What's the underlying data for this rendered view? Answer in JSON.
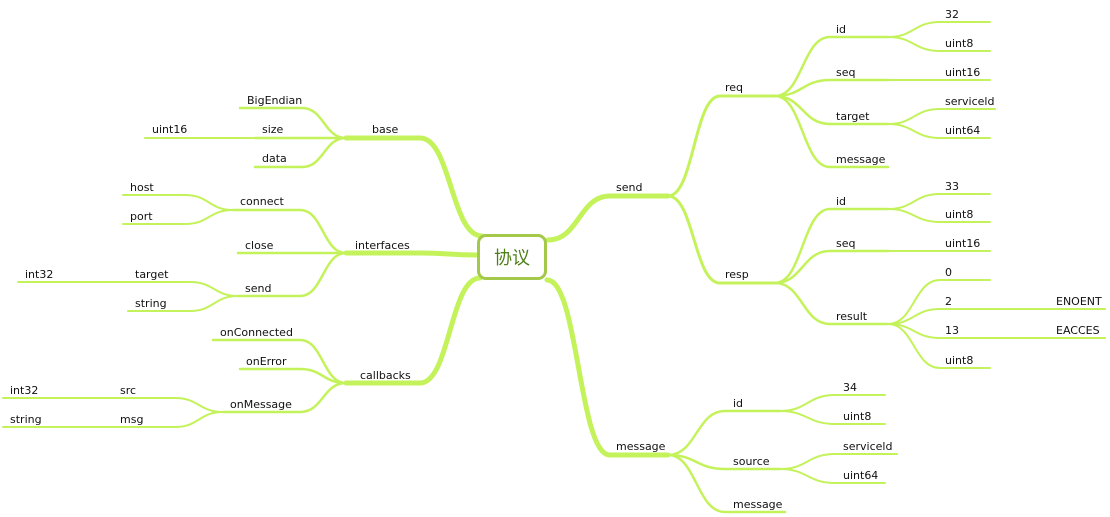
{
  "root": "协议",
  "colors": {
    "branch": "#c4f25a",
    "root_border": "#a4c84a",
    "root_text": "#4f7f19"
  },
  "nodes": [
    {
      "id": "send",
      "text": "send"
    },
    {
      "id": "req",
      "text": "req"
    },
    {
      "id": "req_id",
      "text": "id"
    },
    {
      "id": "req_id_32",
      "text": "32"
    },
    {
      "id": "req_id_uint8",
      "text": "uint8"
    },
    {
      "id": "req_seq",
      "text": "seq"
    },
    {
      "id": "req_seq_uint16",
      "text": "uint16"
    },
    {
      "id": "req_target",
      "text": "target"
    },
    {
      "id": "req_target_serviceld",
      "text": "serviceld"
    },
    {
      "id": "req_target_uint64",
      "text": "uint64"
    },
    {
      "id": "req_message",
      "text": "message"
    },
    {
      "id": "resp",
      "text": "resp"
    },
    {
      "id": "resp_id",
      "text": "id"
    },
    {
      "id": "resp_id_33",
      "text": "33"
    },
    {
      "id": "resp_id_uint8",
      "text": "uint8"
    },
    {
      "id": "resp_seq",
      "text": "seq"
    },
    {
      "id": "resp_seq_uint16",
      "text": "uint16"
    },
    {
      "id": "resp_result",
      "text": "result"
    },
    {
      "id": "res_0",
      "text": "0"
    },
    {
      "id": "res_2",
      "text": "2"
    },
    {
      "id": "res_enoent",
      "text": "ENOENT"
    },
    {
      "id": "res_13",
      "text": "13"
    },
    {
      "id": "res_eacces",
      "text": "EACCES"
    },
    {
      "id": "res_uint8",
      "text": "uint8"
    },
    {
      "id": "message",
      "text": "message"
    },
    {
      "id": "msg_id",
      "text": "id"
    },
    {
      "id": "msg_id_34",
      "text": "34"
    },
    {
      "id": "msg_id_uint8",
      "text": "uint8"
    },
    {
      "id": "msg_source",
      "text": "source"
    },
    {
      "id": "msg_source_serviceld",
      "text": "serviceld"
    },
    {
      "id": "msg_source_uint64",
      "text": "uint64"
    },
    {
      "id": "msg_message",
      "text": "message"
    },
    {
      "id": "base",
      "text": "base"
    },
    {
      "id": "base_bigendian",
      "text": "BigEndian"
    },
    {
      "id": "base_size",
      "text": "size"
    },
    {
      "id": "base_size_uint16",
      "text": "uint16"
    },
    {
      "id": "base_data",
      "text": "data"
    },
    {
      "id": "interfaces",
      "text": "interfaces"
    },
    {
      "id": "if_connect",
      "text": "connect"
    },
    {
      "id": "if_host",
      "text": "host"
    },
    {
      "id": "if_port",
      "text": "port"
    },
    {
      "id": "if_close",
      "text": "close"
    },
    {
      "id": "if_send",
      "text": "send"
    },
    {
      "id": "if_target",
      "text": "target"
    },
    {
      "id": "if_int32",
      "text": "int32"
    },
    {
      "id": "if_string",
      "text": "string"
    },
    {
      "id": "callbacks",
      "text": "callbacks"
    },
    {
      "id": "cb_onconnected",
      "text": "onConnected"
    },
    {
      "id": "cb_onerror",
      "text": "onError"
    },
    {
      "id": "cb_onmessage",
      "text": "onMessage"
    },
    {
      "id": "cb_src",
      "text": "src"
    },
    {
      "id": "cb_int32",
      "text": "int32"
    },
    {
      "id": "cb_msg",
      "text": "msg"
    },
    {
      "id": "cb_string",
      "text": "string"
    }
  ]
}
